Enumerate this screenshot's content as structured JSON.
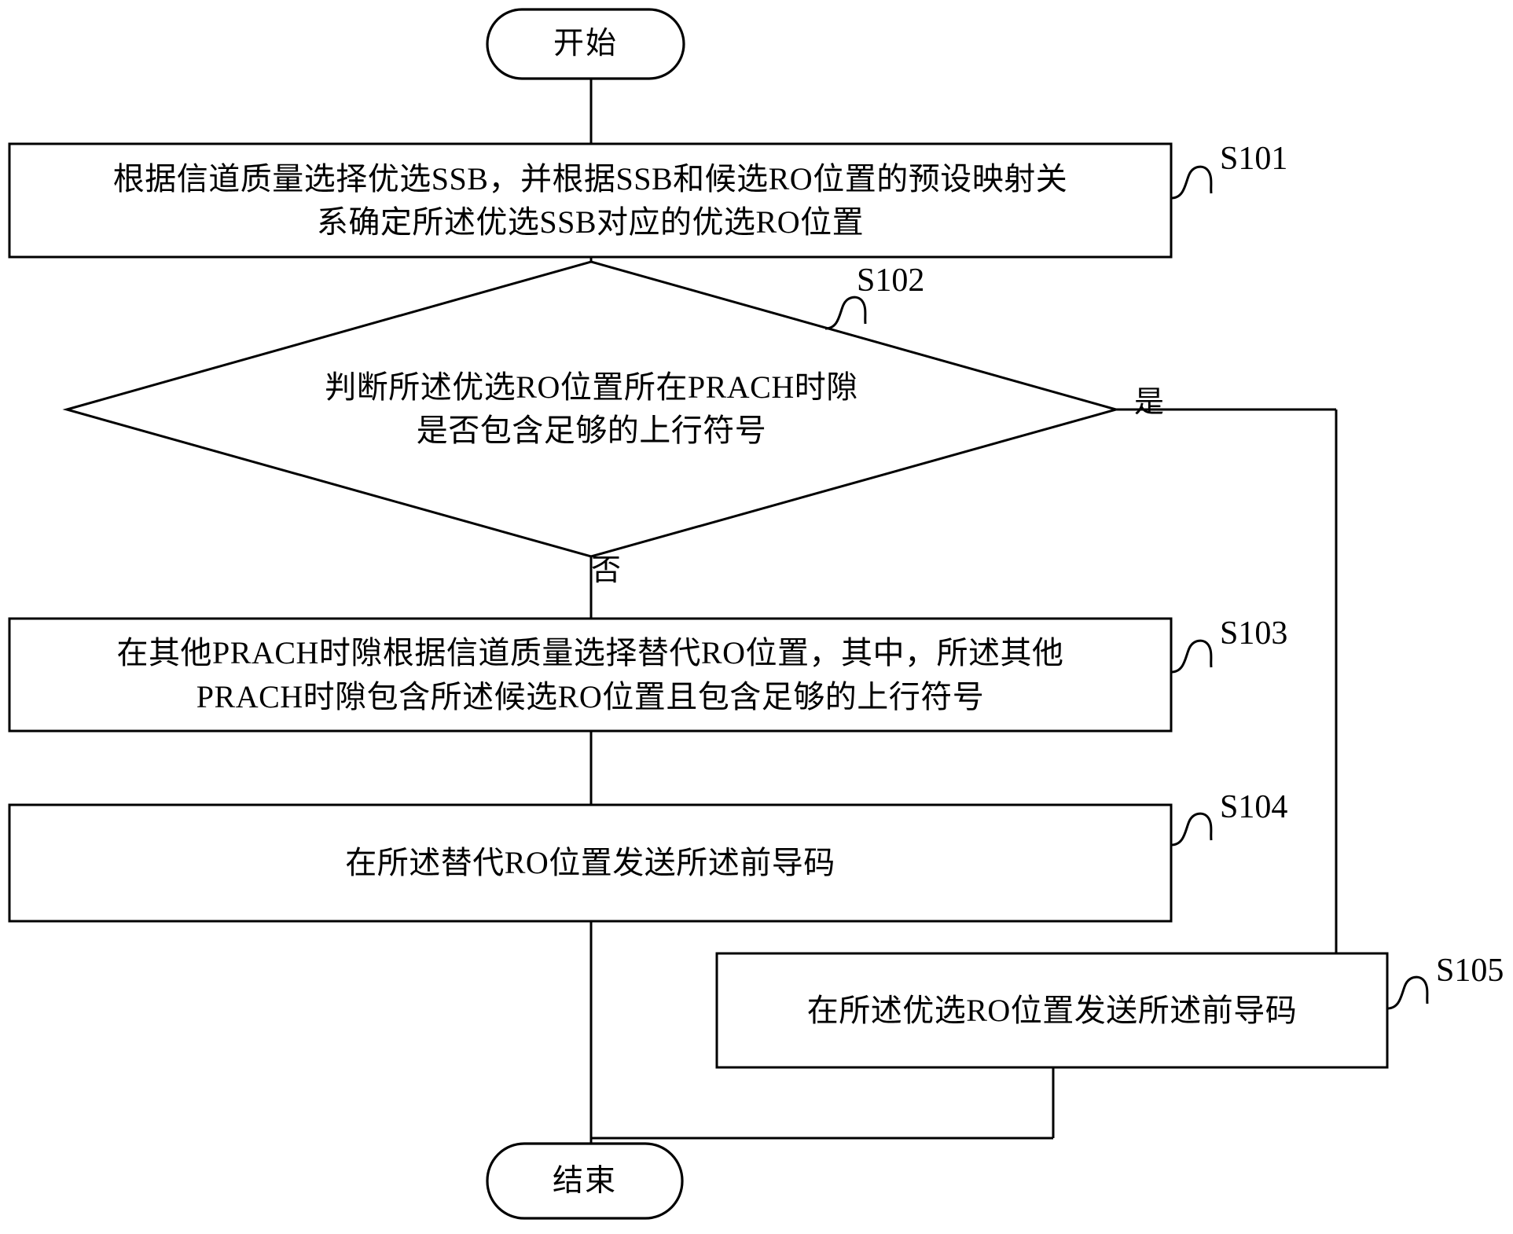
{
  "diagram": {
    "title": "PRACH RO position selection flowchart",
    "stroke_color": "#000000",
    "background_color": "#ffffff",
    "nodes": {
      "start": {
        "label": "开始",
        "shape": "terminal"
      },
      "s101": {
        "label": "根据信道质量选择优选SSB，并根据SSB和候选RO位置的预设映射关系确定所述优选SSB对应的优选RO位置",
        "line1": "根据信道质量选择优选SSB，并根据SSB和候选RO位置的预设映射关",
        "line2": "系确定所述优选SSB对应的优选RO位置",
        "step": "S101",
        "shape": "process"
      },
      "s102": {
        "label": "判断所述优选RO位置所在PRACH时隙是否包含足够的上行符号",
        "line1": "判断所述优选RO位置所在PRACH时隙",
        "line2": "是否包含足够的上行符号",
        "step": "S102",
        "shape": "decision",
        "yes_label": "是",
        "no_label": "否"
      },
      "s103": {
        "label": "在其他PRACH时隙根据信道质量选择替代RO位置，其中，所述其他PRACH时隙包含所述候选RO位置且包含足够的上行符号",
        "line1": "在其他PRACH时隙根据信道质量选择替代RO位置，其中，所述其他",
        "line2": "PRACH时隙包含所述候选RO位置且包含足够的上行符号",
        "step": "S103",
        "shape": "process"
      },
      "s104": {
        "label": "在所述替代RO位置发送所述前导码",
        "line1": "在所述替代RO位置发送所述前导码",
        "step": "S104",
        "shape": "process"
      },
      "s105": {
        "label": "在所述优选RO位置发送所述前导码",
        "line1": "在所述优选RO位置发送所述前导码",
        "step": "S105",
        "shape": "process"
      },
      "end": {
        "label": "结束",
        "shape": "terminal"
      }
    }
  }
}
